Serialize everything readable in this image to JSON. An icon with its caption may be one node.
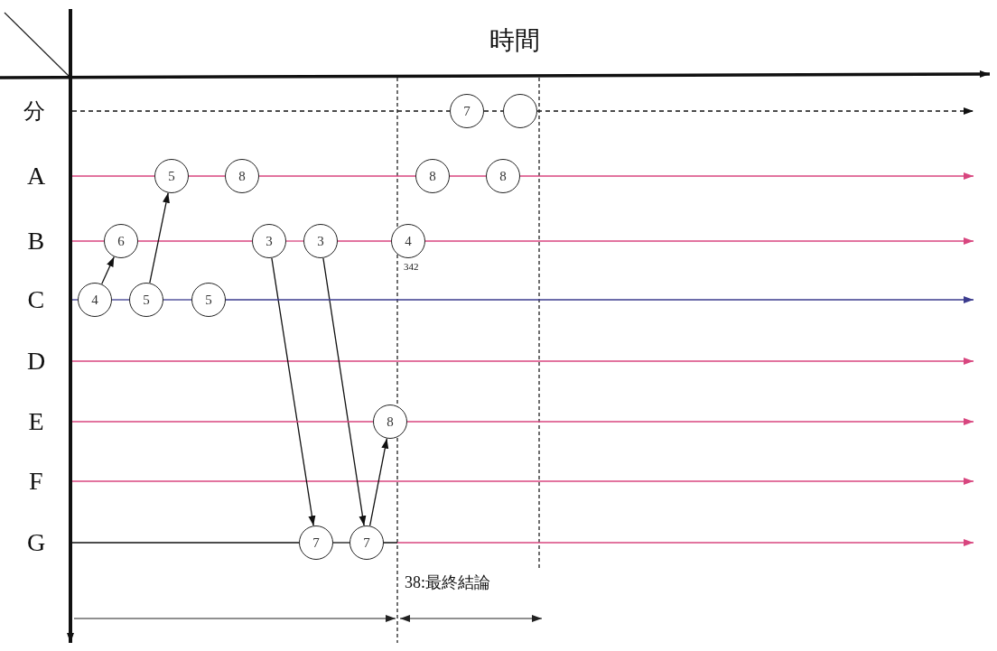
{
  "diagram": {
    "nodes": [
      {
        "text": [
          "7"
        ]
      },
      {
        "text": [],
        "shape": "circle"
      },
      {
        "text": [
          "5"
        ]
      },
      {
        "text": [
          "8"
        ]
      },
      {
        "text": [
          "8"
        ]
      },
      {
        "text": [
          "8"
        ]
      },
      {
        "text": [
          "6"
        ]
      },
      {
        "text": [
          "3"
        ]
      },
      {
        "text": [
          "3"
        ]
      },
      {
        "text": [
          "4"
        ],
        "beside": [
          "342"
        ]
      },
      {
        "text": [
          "4"
        ]
      },
      {
        "text": [
          "5"
        ]
      },
      {
        "text": [
          "5"
        ]
      },
      {
        "text": [
          "8"
        ]
      },
      {
        "text": [
          "7"
        ]
      },
      {
        "text": [
          "7"
        ]
      }
    ],
    "edges": [
      {
        "from": 0,
        "to": 1,
        "arrow": "none",
        "style": "dashed",
        "color": "#111111"
      },
      {
        "from": 2,
        "to": 3,
        "arrow": "none",
        "color": "#d8467f"
      },
      {
        "from": 3,
        "to": 4,
        "arrow": "none",
        "color": "#d8467f"
      },
      {
        "from": 4,
        "to": 5,
        "arrow": "none",
        "color": "#d8467f"
      },
      {
        "from": 6,
        "to": 7,
        "arrow": "none",
        "color": "#d8467f"
      },
      {
        "from": 7,
        "to": 8,
        "arrow": "none",
        "color": "#d8467f"
      },
      {
        "from": 8,
        "to": 9,
        "arrow": "none",
        "color": "#d8467f"
      },
      {
        "from": 10,
        "to": 11,
        "arrow": "none",
        "color": "#3b3b8e"
      },
      {
        "from": 11,
        "to": 12,
        "arrow": "none",
        "color": "#3b3b8e"
      },
      {
        "from": 14,
        "to": 15,
        "arrow": "none",
        "color": "#111111"
      },
      {
        "from": 10,
        "to": 6,
        "arrow": "to",
        "color": "#111111"
      },
      {
        "from": 11,
        "to": 2,
        "arrow": "to",
        "color": "#111111"
      },
      {
        "from": 7,
        "to": 14,
        "arrow": "to",
        "color": "#111111"
      },
      {
        "from": 8,
        "to": 15,
        "arrow": "to",
        "color": "#111111"
      },
      {
        "from": 15,
        "to": 13,
        "arrow": "to",
        "color": "#111111"
      },
      {
        "from": null,
        "to": 0,
        "arrow": "none",
        "style": "dashed",
        "color": "#111111"
      },
      {
        "from": 1,
        "to": null,
        "arrow": "to",
        "style": "dashed",
        "color": "#111111"
      },
      {
        "from": null,
        "to": 2,
        "arrow": "none",
        "color": "#d8467f"
      },
      {
        "from": 5,
        "to": null,
        "arrow": "to",
        "color": "#d8467f"
      },
      {
        "from": null,
        "to": 6,
        "arrow": "none",
        "color": "#d8467f"
      },
      {
        "from": 9,
        "to": null,
        "arrow": "to",
        "color": "#d8467f"
      },
      {
        "from": null,
        "to": 10,
        "arrow": "none",
        "color": "#3b3b8e"
      },
      {
        "from": 12,
        "to": null,
        "arrow": "to",
        "color": "#3b3b8e"
      },
      {
        "from": null,
        "to": 13,
        "arrow": "none",
        "color": "#d8467f"
      },
      {
        "from": 13,
        "to": null,
        "arrow": "to",
        "color": "#d8467f"
      },
      {
        "from": null,
        "to": 14,
        "arrow": "none",
        "color": "#111111"
      },
      {
        "from": 15,
        "to": null,
        "arrow": "to",
        "color": "#d8467f"
      }
    ],
    "labels": [
      "時間",
      "分",
      "A",
      "B",
      "C",
      "D",
      "E",
      "F",
      "G",
      "38:最終結論"
    ]
  }
}
